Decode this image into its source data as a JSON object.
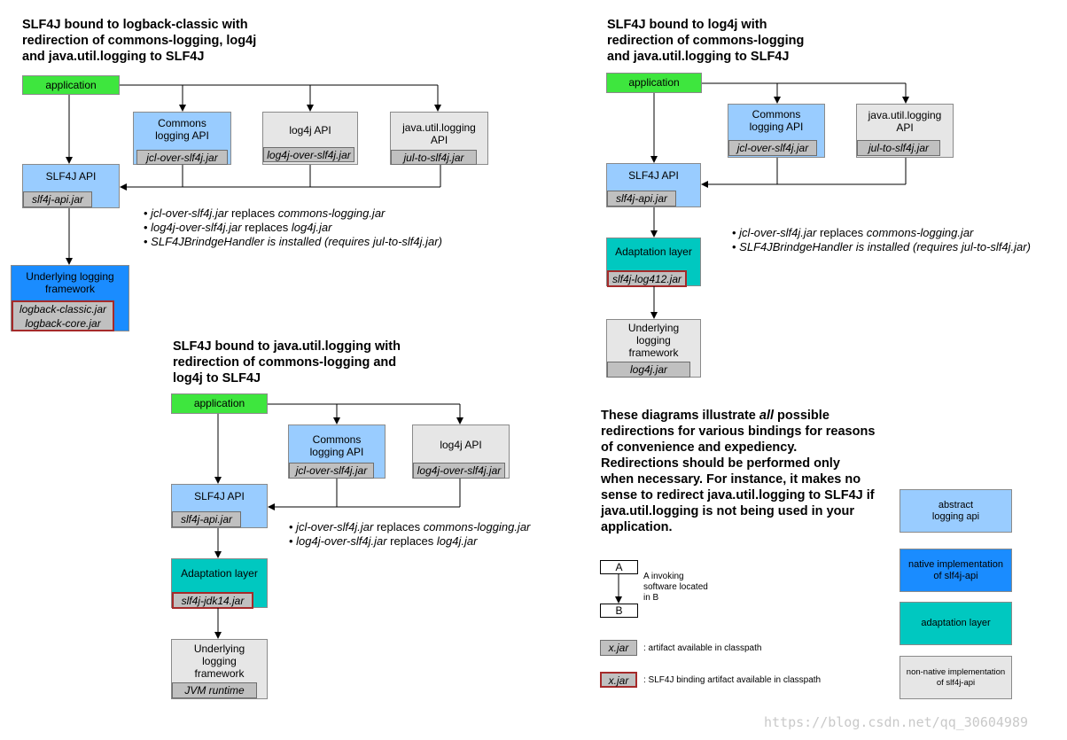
{
  "diagram1": {
    "title": "SLF4J bound to logback-classic with\nredirection of commons-logging, log4j\nand java.util.logging to SLF4J",
    "application": "application",
    "commons": "Commons\nlogging API",
    "commons_jar": "jcl-over-slf4j.jar",
    "log4j": "log4j API",
    "log4j_jar": "log4j-over-slf4j.jar",
    "jul": "java.util.logging\nAPI",
    "jul_jar": "jul-to-slf4j.jar",
    "slf4j": "SLF4J API",
    "slf4j_jar": "slf4j-api.jar",
    "underlying": "Underlying logging\nframework",
    "underlying_jar": "logback-classic.jar\nlogback-core.jar",
    "notes": [
      {
        "a": "jcl-over-slf4j.jar",
        "b": " replaces ",
        "c": "commons-logging.jar"
      },
      {
        "a": "log4j-over-slf4j.jar",
        "b": " replaces ",
        "c": "log4j.jar"
      },
      {
        "a": "SLF4JBrindgeHandler is installed (requires jul-to-slf4j.jar)",
        "b": "",
        "c": ""
      }
    ]
  },
  "diagram2": {
    "title": "SLF4J bound to log4j with\nredirection of commons-logging\nand java.util.logging to SLF4J",
    "application": "application",
    "commons": "Commons\nlogging API",
    "commons_jar": "jcl-over-slf4j.jar",
    "jul": "java.util.logging\nAPI",
    "jul_jar": "jul-to-slf4j.jar",
    "slf4j": "SLF4J API",
    "slf4j_jar": "slf4j-api.jar",
    "adaptation": "Adaptation layer",
    "adaptation_jar": "slf4j-log412.jar",
    "underlying": "Underlying\nlogging\nframework",
    "underlying_jar": "log4j.jar",
    "notes": [
      {
        "a": "jcl-over-slf4j.jar",
        "b": " replaces ",
        "c": "commons-logging.jar"
      },
      {
        "a": "SLF4JBrindgeHandler is installed (requires jul-to-slf4j.jar)",
        "b": "",
        "c": ""
      }
    ]
  },
  "diagram3": {
    "title": "SLF4J bound to java.util.logging with\nredirection of commons-logging and\nlog4j to SLF4J",
    "application": "application",
    "commons": "Commons\nlogging API",
    "commons_jar": "jcl-over-slf4j.jar",
    "log4j": "log4j API",
    "log4j_jar": "log4j-over-slf4j.jar",
    "slf4j": "SLF4J API",
    "slf4j_jar": "slf4j-api.jar",
    "adaptation": "Adaptation layer",
    "adaptation_jar": "slf4j-jdk14.jar",
    "underlying": "Underlying\nlogging\nframework",
    "underlying_jar": "JVM runtime",
    "notes": [
      {
        "a": "jcl-over-slf4j.jar",
        "b": " replaces ",
        "c": "commons-logging.jar"
      },
      {
        "a": "log4j-over-slf4j.jar",
        "b": " replaces ",
        "c": "log4j.jar"
      }
    ]
  },
  "description": {
    "before_all": "These diagrams illustrate ",
    "all": "all",
    "after_all": " possible redirections for various bindings for reasons of convenience and expediency. Redirections should be performed only when necessary. For instance, it makes no sense to redirect java.util.logging to SLF4J if java.util.logging is not being used in your application."
  },
  "legend": {
    "box_a": "A",
    "box_b": "B",
    "invoking": "A invoking\nsoftware located\nin B",
    "jar_sample": "x.jar",
    "artifact_text": ": artifact available in classpath",
    "binding_text": ": SLF4J binding artifact available in classpath",
    "abstract": "abstract\nlogging api",
    "native": "native implementation\nof slf4j-api",
    "adaptation": "adaptation layer",
    "non_native": "non-native implementation\nof slf4j-api"
  },
  "colors": {
    "application": "#3ee63e",
    "abstract_api": "#99ccff",
    "native_impl": "#1a8cff",
    "adaptation": "#00c8c0",
    "non_native": "#e6e6e6",
    "jar": "#c0c0c0",
    "binding_border": "#a52a2a"
  },
  "watermark": "https://blog.csdn.net/qq_30604989"
}
